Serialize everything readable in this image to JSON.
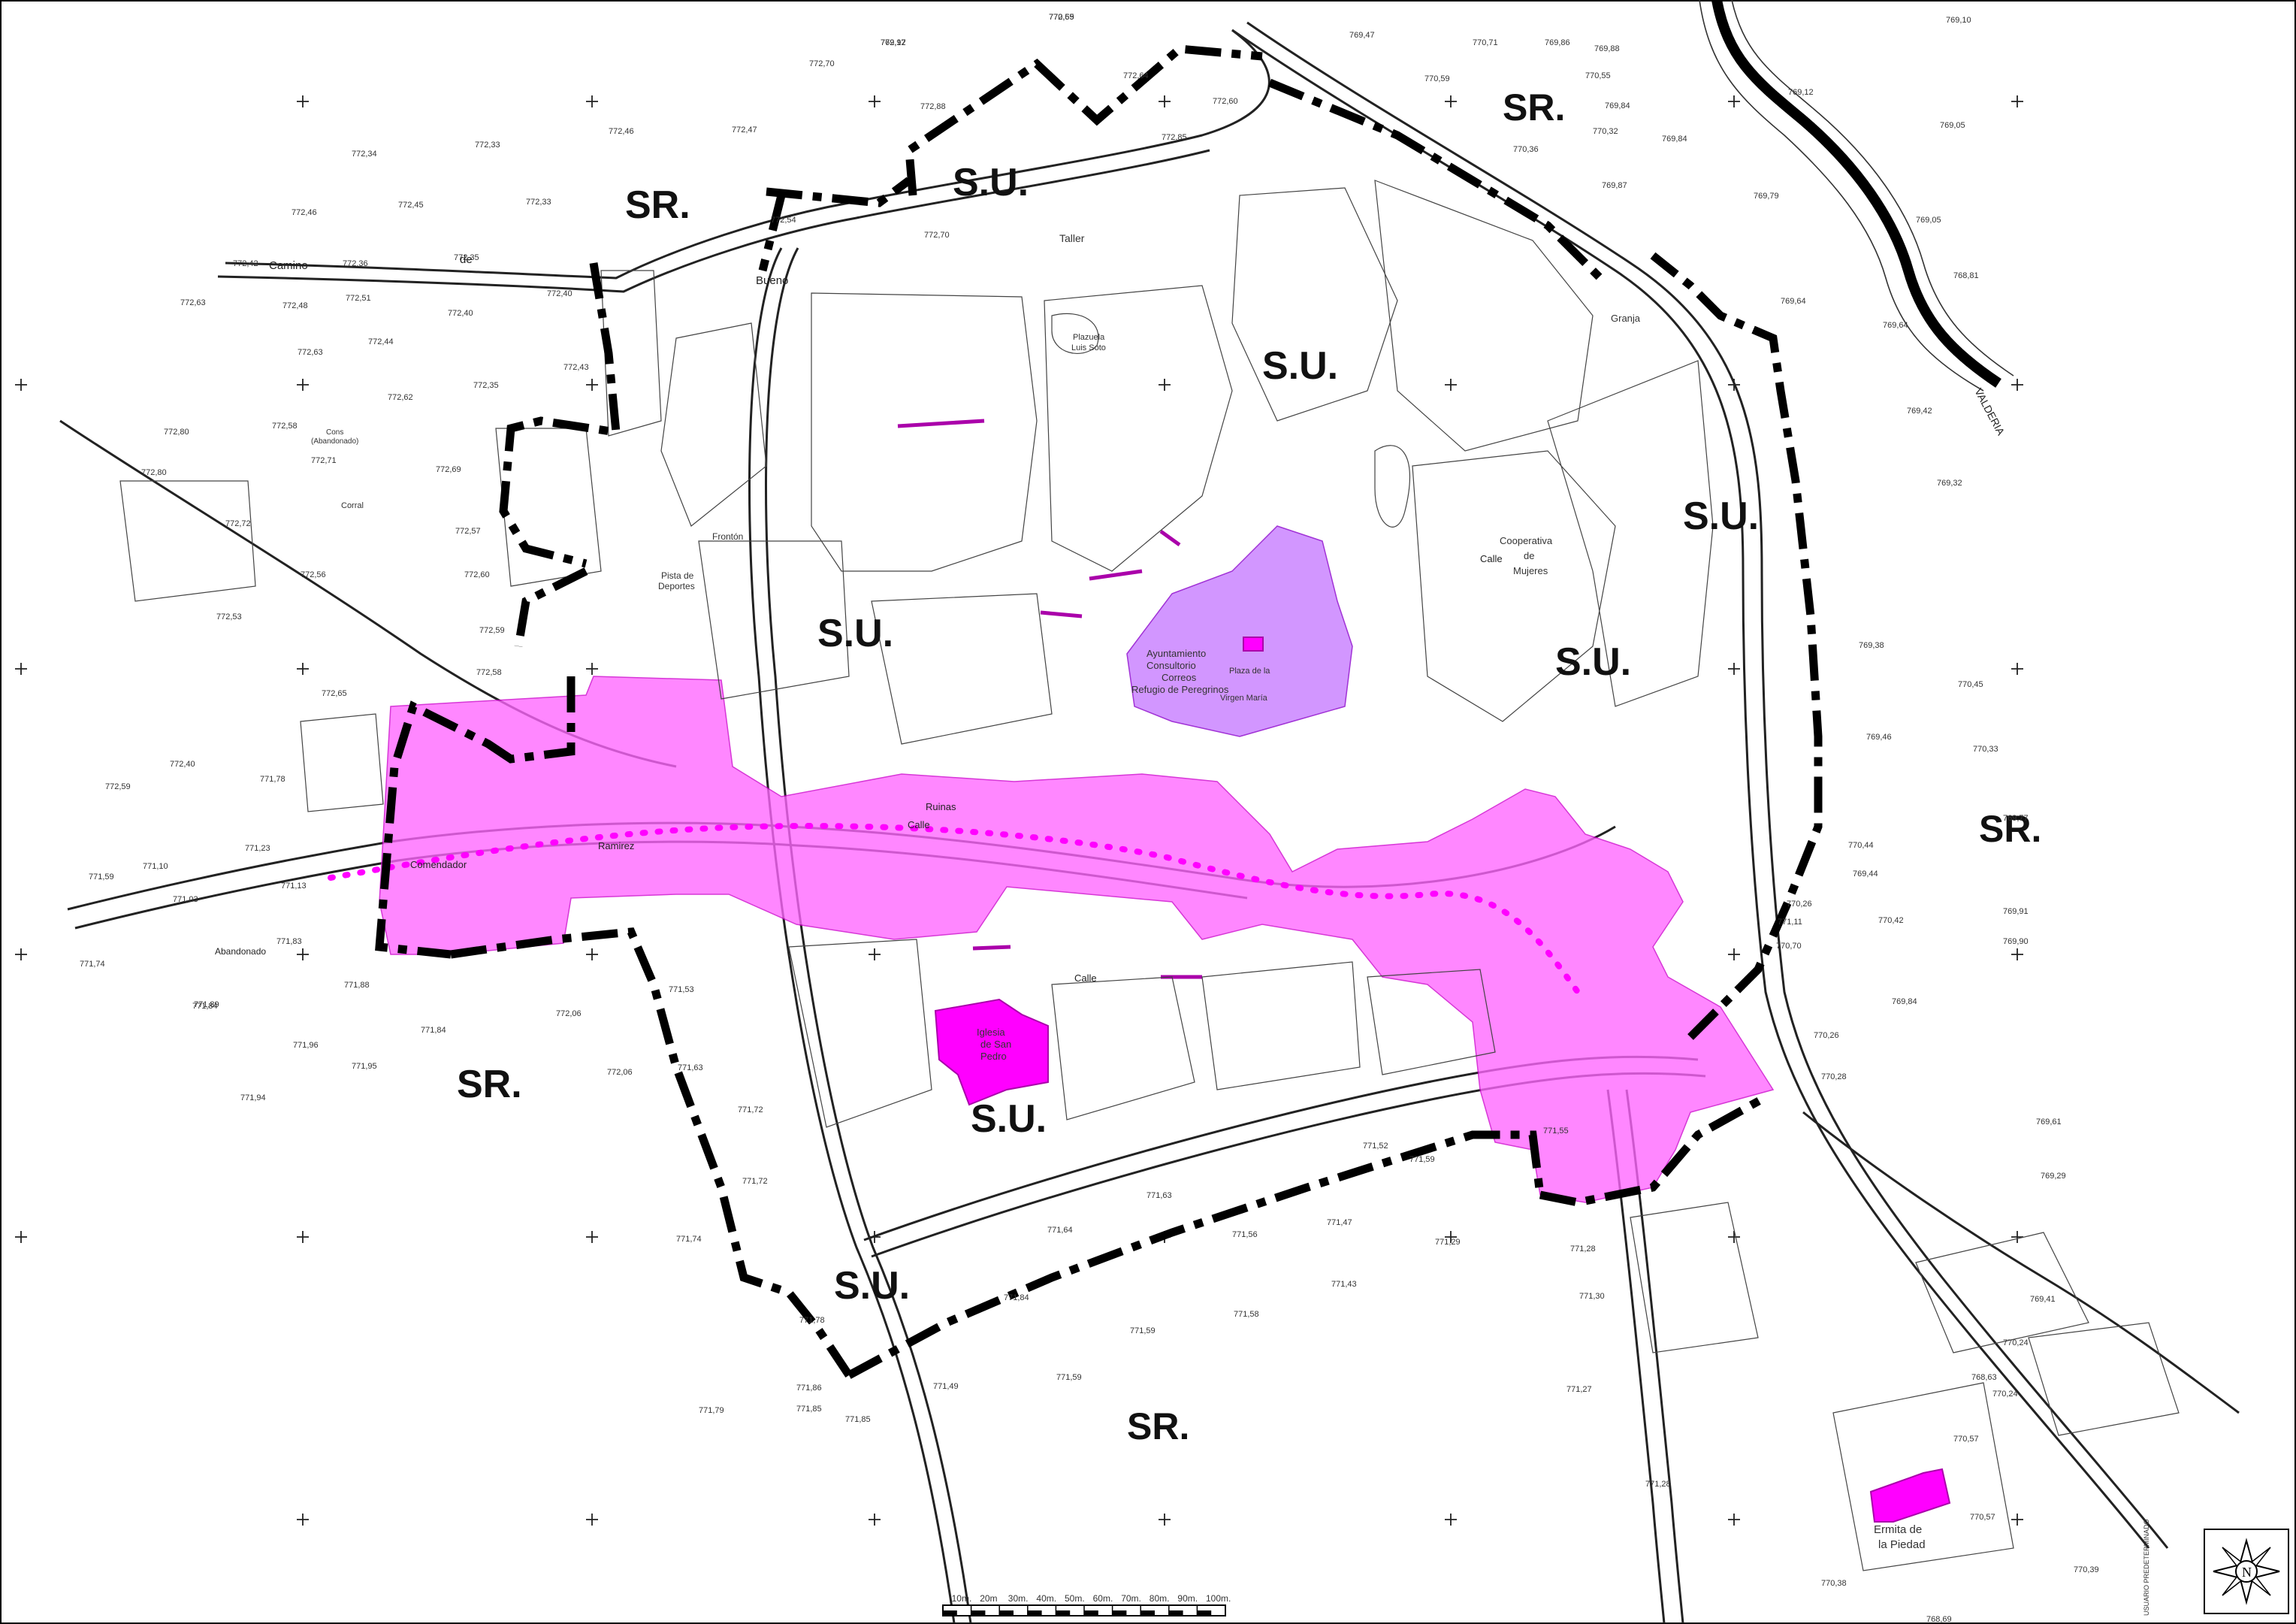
{
  "zones": {
    "sr_top_left": "SR.",
    "sr_top_right": "SR.",
    "sr_right": "SR.",
    "sr_bottom_left": "SR.",
    "sr_bottom": "SR.",
    "su_top": "S.U.",
    "su_center_top": "S.U.",
    "su_left": "S.U.",
    "su_right_top": "S.U.",
    "su_right": "S.U.",
    "su_center_bottom": "S.U.",
    "su_bottom": "S.U."
  },
  "streets": {
    "camino": "Camino",
    "de": "de",
    "bueno": "Bueno",
    "ramirez": "Ramirez",
    "comendador": "Comendador",
    "calle_1": "Calle",
    "calle_2": "Calle",
    "calle_3": "Calle",
    "abandonado": "Abandonado",
    "ruinas": "Ruinas",
    "valderia": "VALDERIA"
  },
  "landmarks": {
    "iglesia": [
      "Iglesia",
      "de San",
      "Pedro"
    ],
    "ermita": [
      "Ermita de",
      "la Piedad"
    ],
    "ayuntamiento": [
      "Ayuntamiento",
      "Consultorio",
      "Correos",
      "Refugio de Peregrinos"
    ],
    "plaza": [
      "Plaza de la",
      "Virgen María"
    ],
    "frontón": "Frontón",
    "pista": [
      "Pista de",
      "Deportes"
    ],
    "plazuela": [
      "Plazuela",
      "Luis Soto"
    ],
    "cooperativa": [
      "Cooperativa",
      "de",
      "Mujeres"
    ],
    "taller": "Taller",
    "granja": "Granja",
    "corral": "Corral",
    "cons_abandonado": [
      "Cons",
      "(Abandonado)"
    ]
  },
  "elevations": [
    "772,69",
    "772,97",
    "772,70",
    "772,88",
    "772,64",
    "772,60",
    "772,85",
    "772,34",
    "772,33",
    "772,46",
    "772,47",
    "772,45",
    "772,46",
    "772,33",
    "772,54",
    "772,70",
    "772,42",
    "772,36",
    "772,35",
    "772,51",
    "772,40",
    "772,40",
    "772,63",
    "772,48",
    "772,44",
    "772,43",
    "772,35",
    "772,62",
    "772,63",
    "772,80",
    "772,58",
    "772,71",
    "772,80",
    "772,69",
    "772,72",
    "772,57",
    "772,56",
    "772,53",
    "772,60",
    "772,59",
    "772,58",
    "772,65",
    "772,40",
    "772,59",
    "771,78",
    "771,23",
    "771,10",
    "771,59",
    "771,13",
    "771,03",
    "771,74",
    "771,83",
    "771,84",
    "771,88",
    "771,89",
    "771,84",
    "771,96",
    "771,94",
    "771,95",
    "772,06",
    "772,06",
    "771,53",
    "771,63",
    "771,72",
    "771,72",
    "771,74",
    "771,78",
    "771,85",
    "771,85",
    "771,79",
    "771,86",
    "771,59",
    "771,64",
    "771,49",
    "771,84",
    "771,59",
    "771,58",
    "771,56",
    "771,63",
    "771,47",
    "771,43",
    "771,29",
    "771,59",
    "771,52",
    "771,55",
    "771,28",
    "771,30",
    "771,27",
    "771,28",
    "771,11",
    "770,70",
    "770,26",
    "770,28",
    "769,61",
    "769,29",
    "769,41",
    "770,24",
    "770,24",
    "770,57",
    "770,57",
    "770,39",
    "770,38",
    "770,26",
    "769,44",
    "769,46",
    "769,38",
    "770,45",
    "770,33",
    "770,44",
    "770,42",
    "769,84",
    "769,90",
    "769,91",
    "769,77",
    "769,86",
    "769,47",
    "770,71",
    "770,59",
    "770,36",
    "770,55",
    "770,32",
    "769,88",
    "769,84",
    "769,87",
    "769,84",
    "769,79",
    "769,64",
    "769,64",
    "769,42",
    "769,32",
    "769,10",
    "769,12",
    "769,05",
    "769,05",
    "768,81",
    "768,63",
    "768,69",
    "770,55",
    "769,12"
  ],
  "scale": {
    "labels": [
      "10m.",
      "20m",
      "30m.",
      "40m.",
      "50m.",
      "60m.",
      "70m.",
      "80m.",
      "90m.",
      "100m."
    ]
  },
  "north_arrow": {
    "label": "N",
    "icon": "compass-rose-icon"
  },
  "side_note": "USUARIO PREDETERMINADO",
  "colors": {
    "protected_area": "#ff66ff",
    "public_buildings": "#c77dff",
    "landmark_buildings": "#ff00ff",
    "boundary": "#000000"
  }
}
